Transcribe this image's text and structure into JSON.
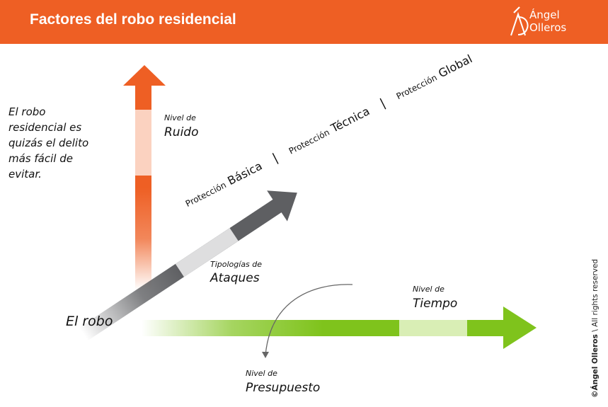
{
  "header": {
    "title": "Factores del robo residencial",
    "logo_line1": "Ángel",
    "logo_line2": "Olleros"
  },
  "intro_text": "El robo\nresidencial es\nquizás el delito\nmás fácil de\nevitar.",
  "labels": {
    "ruido_small": "Nivel de",
    "ruido_big": "Ruido",
    "ataques_small": "Tipologías de",
    "ataques_big": "Ataques",
    "tiempo_small": "Nivel de",
    "tiempo_big": "Tiempo",
    "presupuesto_small": "Nivel de",
    "presupuesto_big": "Presupuesto",
    "robo": "El robo"
  },
  "protection": {
    "prefix": "Protección",
    "basica": "Básica",
    "tecnica": "Técnica",
    "global": "Global",
    "separator": "|"
  },
  "copyright": {
    "owner": "©Ángel Olleros",
    "rights": "All rights reserved"
  },
  "colors": {
    "header": "#ee5f24",
    "orange_arrow": "#ee5f24",
    "green_arrow": "#7fc31c",
    "gray_arrow": "#5e5f62"
  }
}
